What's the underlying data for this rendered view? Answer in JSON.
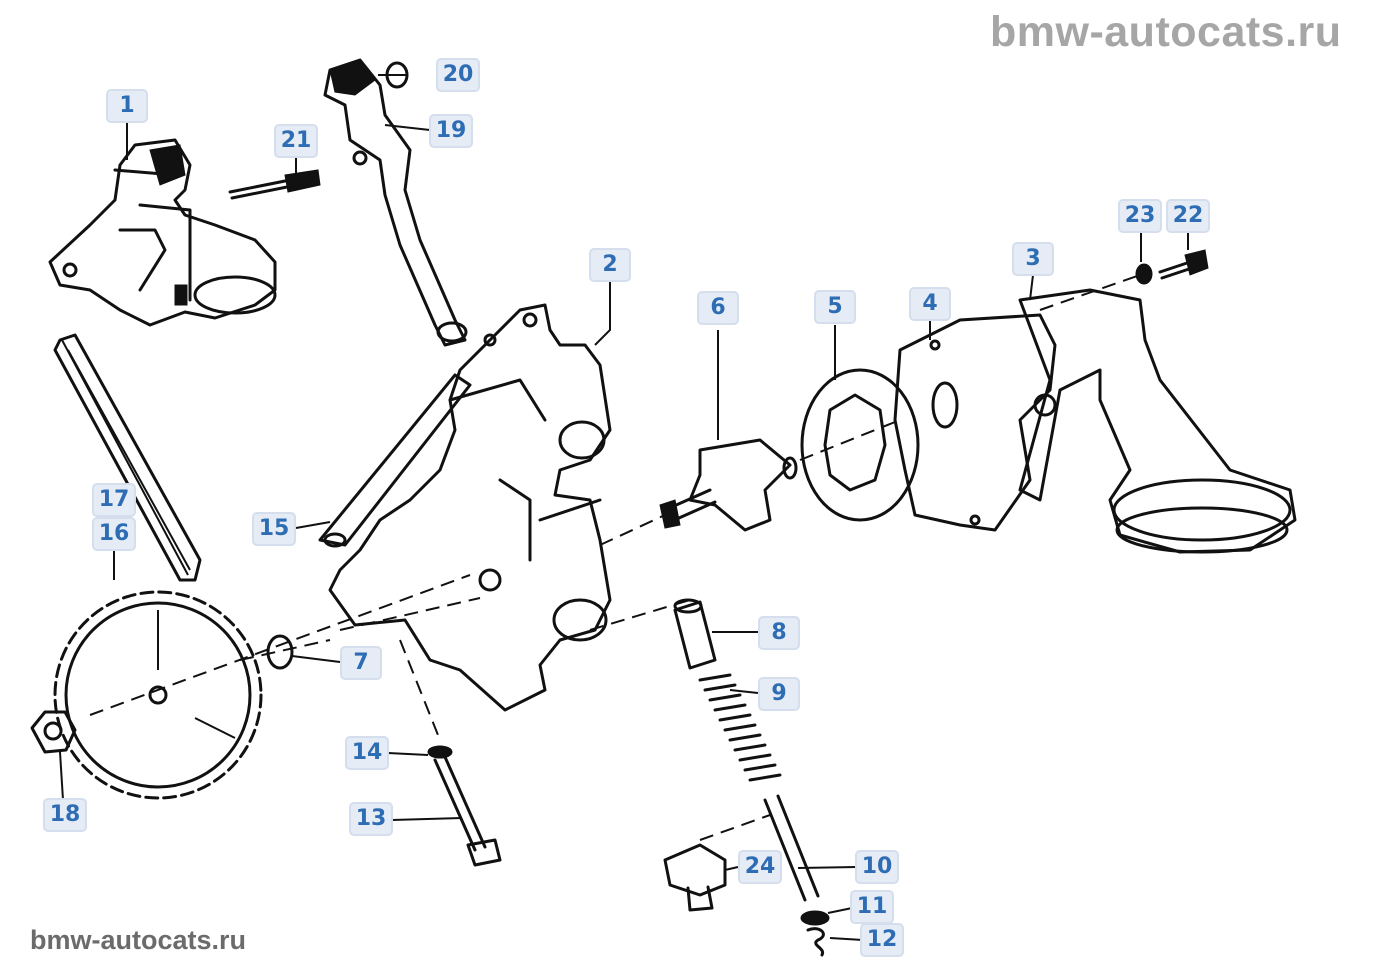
{
  "watermarks": {
    "top": "bmw-autocats.ru",
    "bottom": "bmw-autocats.ru"
  },
  "diagram": {
    "subject": "oil pump assembly exploded view",
    "callouts": [
      {
        "id": "1",
        "label": "1"
      },
      {
        "id": "2",
        "label": "2"
      },
      {
        "id": "3",
        "label": "3"
      },
      {
        "id": "4",
        "label": "4"
      },
      {
        "id": "5",
        "label": "5"
      },
      {
        "id": "6",
        "label": "6"
      },
      {
        "id": "7",
        "label": "7"
      },
      {
        "id": "8",
        "label": "8"
      },
      {
        "id": "9",
        "label": "9"
      },
      {
        "id": "10",
        "label": "10"
      },
      {
        "id": "11",
        "label": "11"
      },
      {
        "id": "12",
        "label": "12"
      },
      {
        "id": "13",
        "label": "13"
      },
      {
        "id": "14",
        "label": "14"
      },
      {
        "id": "15",
        "label": "15"
      },
      {
        "id": "16",
        "label": "16"
      },
      {
        "id": "17",
        "label": "17"
      },
      {
        "id": "18",
        "label": "18"
      },
      {
        "id": "19",
        "label": "19"
      },
      {
        "id": "20",
        "label": "20"
      },
      {
        "id": "21",
        "label": "21"
      },
      {
        "id": "22",
        "label": "22"
      },
      {
        "id": "23",
        "label": "23"
      },
      {
        "id": "24",
        "label": "24"
      }
    ]
  }
}
